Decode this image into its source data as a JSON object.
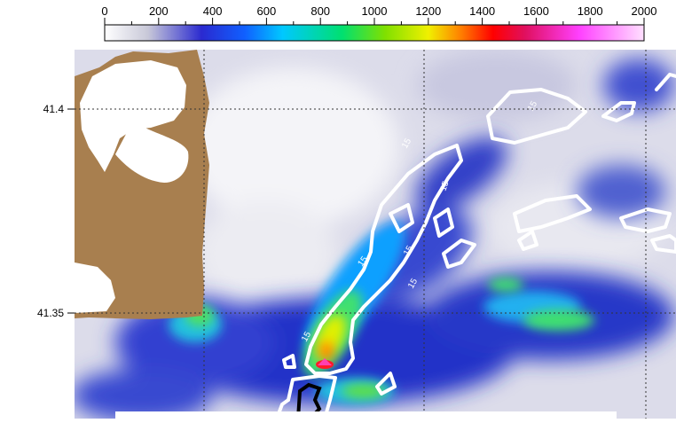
{
  "colorbar": {
    "ticks": [
      "0",
      "200",
      "400",
      "600",
      "800",
      "1000",
      "1200",
      "1400",
      "1600",
      "1800",
      "2000"
    ],
    "range": [
      0,
      2000
    ],
    "colors": [
      "#ffffff",
      "#c8c8d8",
      "#2a2ad0",
      "#1060ff",
      "#00c8ff",
      "#00e070",
      "#80e000",
      "#f0f000",
      "#ff8000",
      "#ff0000",
      "#e01060",
      "#ff40ff",
      "#ffd0ff"
    ]
  },
  "map": {
    "lat_labels": [
      "41.4",
      "41.35"
    ],
    "lat_values": [
      41.4,
      41.35
    ],
    "contour_label": "15",
    "land_color": "#a87f4f",
    "background_color": "#dcdcea",
    "contour_color": "#ffffff"
  }
}
